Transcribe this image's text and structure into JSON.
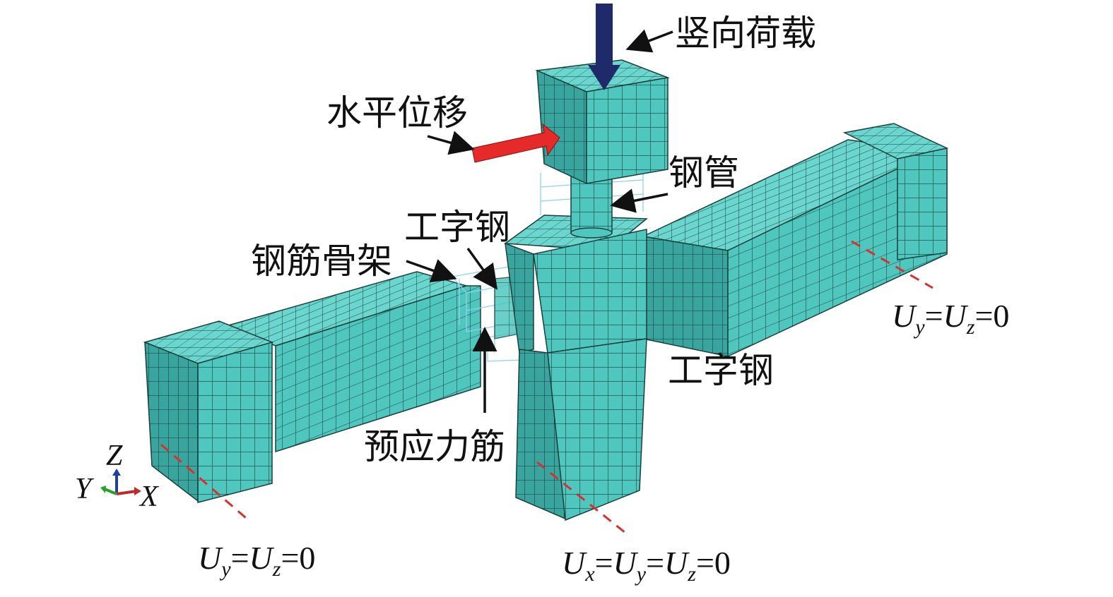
{
  "labels": {
    "vertical_load": "竖向荷载",
    "horizontal_disp": "水平位移",
    "steel_tube": "钢管",
    "i_beam_top": "工字钢",
    "rebar_cage": "钢筋骨架",
    "i_beam_right": "工字钢",
    "prestress_tendon": "预应力筋"
  },
  "boundary": {
    "left": {
      "u1": "U",
      "s1": "y",
      "eq1": "=",
      "u2": "U",
      "s2": "z",
      "eq2": "=0"
    },
    "middle": {
      "u1": "U",
      "s1": "x",
      "eq1": "=",
      "u2": "U",
      "s2": "y",
      "eq2": "=",
      "u3": "U",
      "s3": "z",
      "eq3": "=0"
    },
    "right": {
      "u1": "U",
      "s1": "y",
      "eq1": "=",
      "u2": "U",
      "s2": "z",
      "eq2": "=0"
    }
  },
  "axes": {
    "z": "Z",
    "y": "Y",
    "x": "X"
  },
  "colors": {
    "mesh_fill": "#4fc7bf",
    "mesh_top": "#66d4cc",
    "mesh_side": "#3aa59e",
    "mesh_line": "#1a3f3c",
    "load_arrow": "#1f2a6b",
    "disp_arrow": "#e62a2a",
    "bc_dash": "#d6322f"
  }
}
